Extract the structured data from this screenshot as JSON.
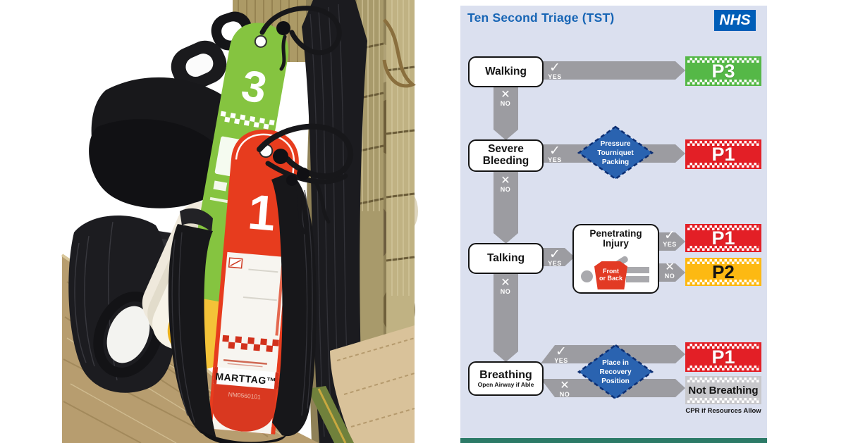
{
  "photo": {
    "tag3": "3",
    "tag1": "1",
    "brand": "MARTTAG™",
    "code": "NM0560101"
  },
  "flow": {
    "title": "Ten Second Triage (TST)",
    "nhs": "NHS",
    "walking": "Walking",
    "severe1": "Severe",
    "severe2": "Bleeding",
    "talking": "Talking",
    "breathing": "Breathing",
    "breathing_sub": "Open Airway if Able",
    "d1a": "Pressure",
    "d1b": "Tourniquet",
    "d1c": "Packing",
    "d2a": "Place in",
    "d2b": "Recovery",
    "d2c": "Position",
    "pi1": "Penetrating",
    "pi2": "Injury",
    "fig1": "Front",
    "fig2": "or Back",
    "p3": "P3",
    "p1": "P1",
    "p2": "P2",
    "not_breathing": "Not Breathing",
    "cpr": "CPR if Resources Allow",
    "yes": "YES",
    "no": "NO",
    "check": "✓",
    "cross": "✕"
  },
  "colors": {
    "nhs_blue": "#005eb8",
    "panel_bg": "#dbe0ef",
    "arrow_grey": "#9c9ca1",
    "p1_red": "#e31f26",
    "p2_amber": "#fdb912",
    "p3_green": "#55b847",
    "not_breathing_grey": "#c8c8cc",
    "diamond_blue": "#2a63b0",
    "title_blue": "#1765b5",
    "tag_green": "#85c440",
    "tag_red": "#e73c1e"
  }
}
